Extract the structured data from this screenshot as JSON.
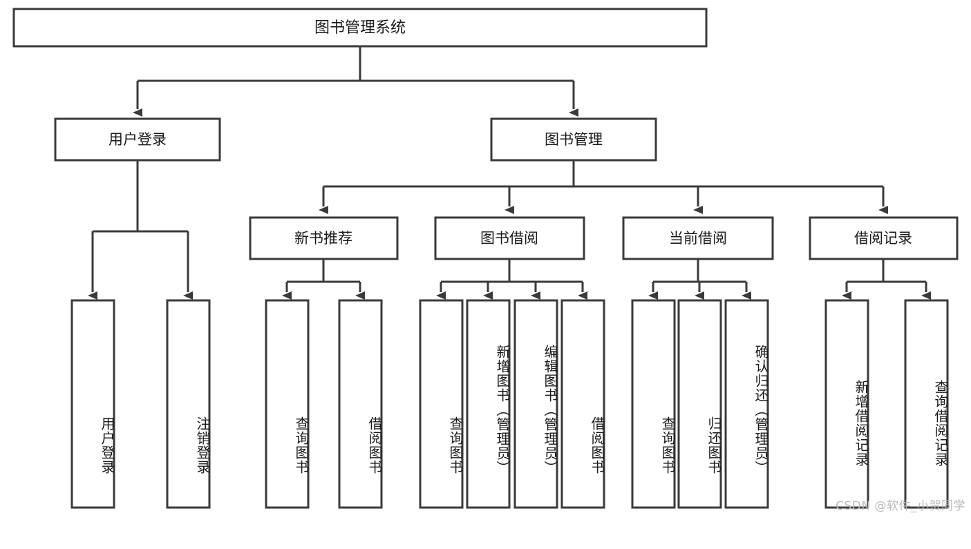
{
  "diagram": {
    "type": "tree",
    "title": "图书管理系统",
    "orientation": "top-down",
    "colors": {
      "background": "#ffffff",
      "box_fill": "#ffffff",
      "box_stroke": "#3a3a3a",
      "connector": "#3a3a3a",
      "text": "#1a1a1a",
      "watermark": "#b9b9b9"
    },
    "root": {
      "label": "图书管理系统"
    },
    "level2": [
      {
        "label": "用户登录"
      },
      {
        "label": "图书管理"
      }
    ],
    "level3": [
      {
        "label": "新书推荐"
      },
      {
        "label": "图书借阅"
      },
      {
        "label": "当前借阅"
      },
      {
        "label": "借阅记录"
      }
    ],
    "leaves": {
      "user_login": [
        {
          "label": "用户登录"
        },
        {
          "label": "注销登录"
        }
      ],
      "new_book_recommend": [
        {
          "label": "查询图书"
        },
        {
          "label": "借阅图书"
        }
      ],
      "book_borrow": [
        {
          "label": "查询图书"
        },
        {
          "label": "新增图书（管理员）"
        },
        {
          "label": "编辑图书（管理员）"
        },
        {
          "label": "借阅图书"
        }
      ],
      "current_borrow": [
        {
          "label": "查询图书"
        },
        {
          "label": "归还图书"
        },
        {
          "label": "确认归还（管理员）"
        }
      ],
      "borrow_records": [
        {
          "label": "新增借阅记录"
        },
        {
          "label": "查询借阅记录"
        }
      ]
    }
  },
  "watermark": {
    "text": "CSDN @软件_小贺同学"
  }
}
